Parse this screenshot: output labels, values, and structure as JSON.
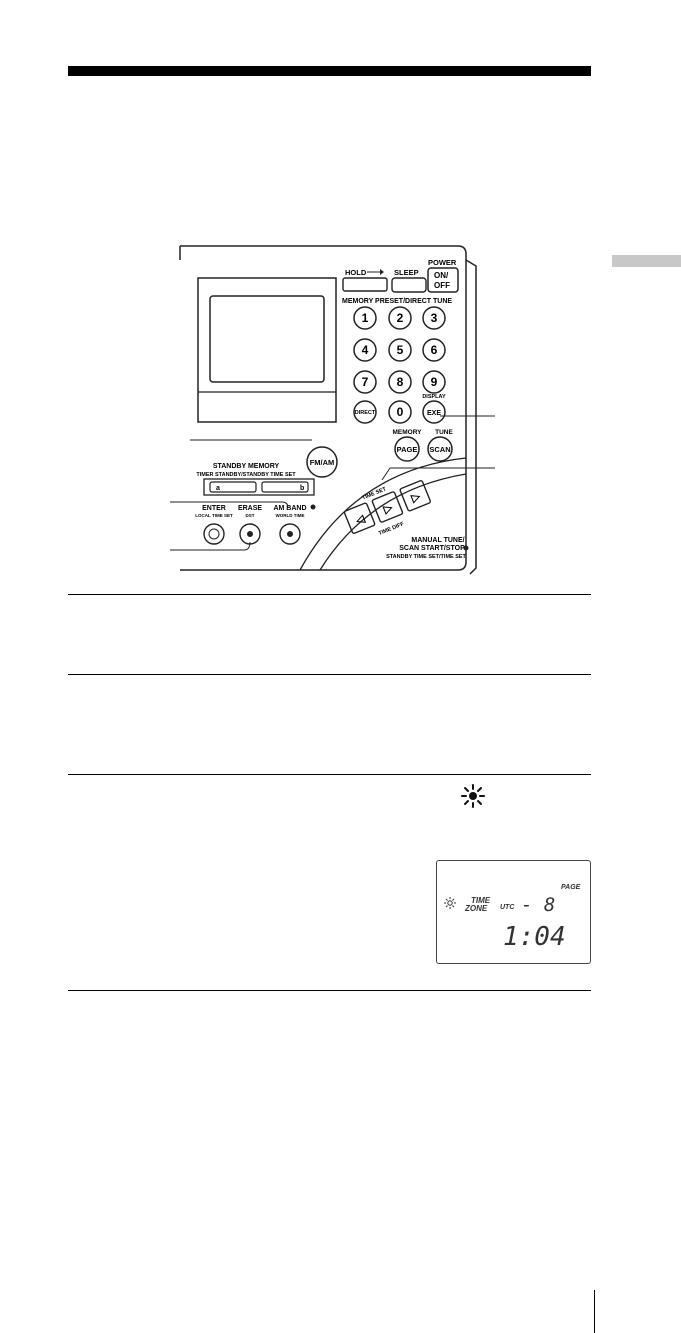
{
  "device": {
    "hold_label": "HOLD",
    "sleep_label": "SLEEP",
    "power_label": "POWER",
    "on_off_label_1": "ON/",
    "on_off_label_2": "OFF",
    "memory_preset_label": "MEMORY PRESET/DIRECT TUNE",
    "keys": [
      "1",
      "2",
      "3",
      "4",
      "5",
      "6",
      "7",
      "8",
      "9"
    ],
    "direct_label": "DIRECT",
    "zero_label": "0",
    "display_label": "DISPLAY",
    "exe_label": "EXE",
    "memory_label": "MEMORY",
    "tune_label": "TUNE",
    "page_label": "PAGE",
    "scan_label": "SCAN",
    "fmam_label": "FM/AM",
    "standby_memory_label": "STANDBY MEMORY",
    "timer_standby_label": "TIMER STANDBY/STANDBY TIME SET",
    "standby_a": "a",
    "standby_b": "b",
    "enter_label": "ENTER",
    "local_time_set_label": "LOCAL TIME SET",
    "erase_label": "ERASE",
    "dst_label": "DST",
    "am_band_label": "AM BAND",
    "world_time_label": "WORLD TIME",
    "time_set_label": "TIME SET",
    "time_diff_label": "TIME DIFF",
    "manual_tune_label": "MANUAL TUNE/",
    "scan_start_stop_label": "SCAN START/STOP",
    "standby_time_set_label": "STANDBY TIME SET/TIME SET",
    "minus_label": "–",
    "plus_label": "+"
  },
  "lcd": {
    "time_label": "TIME",
    "zone_label": "ZONE",
    "utc_label": "UTC",
    "offset": "- 8",
    "page_label": "PAGE",
    "clock": "1:04"
  },
  "icons": {
    "sun": "sun-icon"
  }
}
